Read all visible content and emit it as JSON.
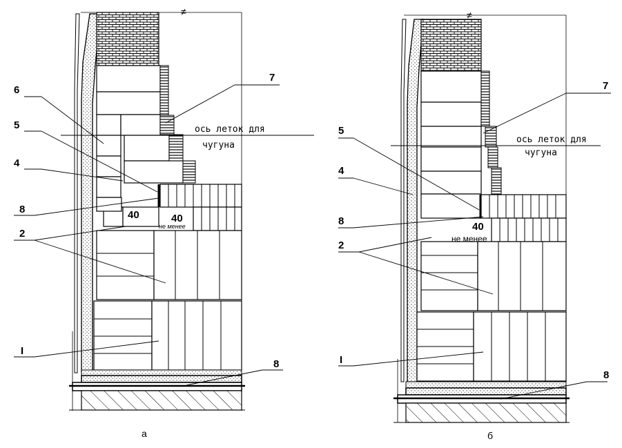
{
  "panel_a": {
    "caption": "а",
    "callouts": [
      "6",
      "5",
      "4",
      "8",
      "2",
      "I",
      "7",
      "8"
    ],
    "axis_label_line1": "ось леток для",
    "axis_label_line2": "чугуна",
    "dim_left": "40",
    "dim_right": "40",
    "dim_note": "не менее"
  },
  "panel_b": {
    "caption": "б",
    "callouts": [
      "5",
      "4",
      "8",
      "2",
      "I",
      "7",
      "8"
    ],
    "axis_label_line1": "ось леток для",
    "axis_label_line2": "чугуна",
    "dim_value": "40",
    "dim_note": "не менее"
  }
}
